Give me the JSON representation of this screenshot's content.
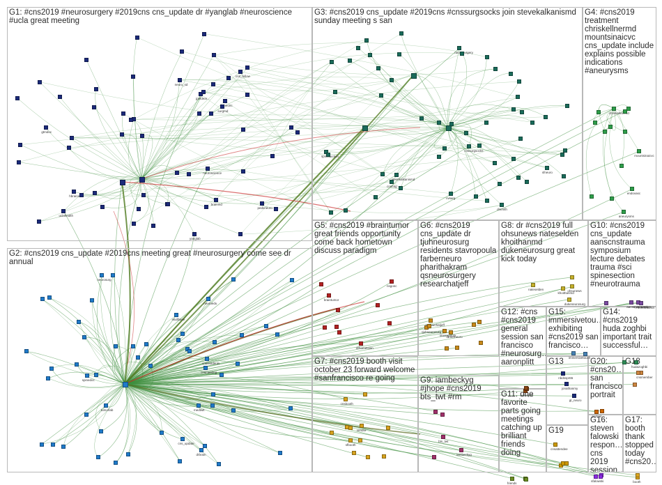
{
  "graph": {
    "groups": [
      {
        "id": "G1",
        "title": "G1: #cns2019 #neurosurgery #2019cns cns_update dr #yanglab #neuroscience\n#ucla great meeting",
        "color": "#1b2a7a"
      },
      {
        "id": "G2",
        "title": "G2: #cns2019 cns_update #2019cns meeting great #neurosurgery come see dr\nannual",
        "color": "#1f7ac9"
      },
      {
        "id": "G3",
        "title": "G3: #cns2019 cns_update #2019cns #cnssurgsocks join stevekalkanismd\nsunday meeting s san",
        "color": "#1a6b5a"
      },
      {
        "id": "G4",
        "title": "G4: #cns2019\ntreatment\nchriskellnermd\nmountsinaicvc\ncns_update include\nexplains possible\nindications\n#aneurysms",
        "color": "#2e9e4a"
      },
      {
        "id": "G5",
        "title": "G5: #cns2019 #braintumor\ngreat friends opportunity\ncome back hometown\ndiscuss paradigm",
        "color": "#b22222"
      },
      {
        "id": "G6",
        "title": "G6: #cns2019\ncns_update dr\ntjuhneurosurg\nresidents stavropoula\nfarberneuro\npharithakram\nqsneurosurgery\nresearchatjeff",
        "color": "#c88a1a"
      },
      {
        "id": "G7",
        "title": "G7: #cns2019 booth visit\noctober 23 forward welcome\n#sanfrancisco re going",
        "color": "#d6a21e"
      },
      {
        "id": "G8",
        "title": "G8: dr #cns2019 full\nohsunews nateselden\nkhoithanmd\ndukeneurosurg great\nkick today",
        "color": "#c4b02a"
      },
      {
        "id": "G9",
        "title": "G9: iambeckyg\n#jhope #cns2019\nbts_twt #rm",
        "color": "#a0306a"
      },
      {
        "id": "G10",
        "title": "G10: #cns2019\ncns_update\naanscnstrauma\nsymposium\nlecture debates\ntrauma #sci\nspinesection\n#neurotrauma",
        "color": "#7a4aa0"
      },
      {
        "id": "G11",
        "title": "G11: one\nfavorite\nparts going\nmeetings\ncatching up\nbrilliant\nfriends\ndoing",
        "color": "#6b8e23"
      },
      {
        "id": "G12",
        "title": "G12: #cns\n#cns2019\ngeneral\nsession san\nfrancisco\n#neurosurg…\naaronplitt",
        "color": "#8b4513"
      },
      {
        "id": "G13",
        "title": "G13",
        "color": "#1b2a7a"
      },
      {
        "id": "G14",
        "title": "G14:\n#cns2019\nhuda zoghbi\nimportant trait\nsuccessful…",
        "color": "#2e8b57"
      },
      {
        "id": "G15",
        "title": "G15:\nimmersivetou…\nexhibiting\n#cns2019 san\nfrancisco…",
        "color": "#4682b4"
      },
      {
        "id": "G16",
        "title": "G16:\nsteven\nfalowski\nrespon…\ncns 2019\nsession…",
        "color": "#8a2be2"
      },
      {
        "id": "G17",
        "title": "G17:\nbooth\nthank\nstopped\ntoday\n#cns20…",
        "color": "#daa520"
      },
      {
        "id": "G18",
        "title": "G18",
        "color": "#cd853f"
      },
      {
        "id": "G19",
        "title": "G19",
        "color": "#cc9900"
      },
      {
        "id": "G20",
        "title": "G20:\n#cns20…\nsan\nfrancisco\nportrait",
        "color": "#cc6600"
      }
    ],
    "edge_color": "#3f8f3f",
    "highlight_edge_color": "#cc3333",
    "node_labels": {
      "G1": [
        "jpeldear…",
        "yanglab",
        "neuroscience",
        "uclahealth",
        "brainmd",
        "spineonc",
        "cns_fellow",
        "neuro_sd",
        "hbrainsci",
        "pedsneuro",
        "gtmdoc",
        "surgmd"
      ],
      "G2": [
        "cns_update",
        "neurosurg",
        "spinedoc",
        "medtwit",
        "cnsmeeting",
        "drbrain",
        "neuroedu",
        "skullbase",
        "cnsresidents",
        "tumorlab"
      ],
      "G3": [
        "stevekalkanismd",
        "cnssurgsocks",
        "neurosurgery",
        "sfneuro",
        "spinesection",
        "cnsmtg",
        "drsmith",
        "cvsurg"
      ],
      "G4": [
        "chriskellnermd",
        "mountsinaicvc",
        "aneurysms",
        "endovasc"
      ],
      "G5": [
        "braintumor",
        "nsgonc",
        "drhometown"
      ],
      "G6": [
        "tjuhneurosurg",
        "stavropoula",
        "farberneuro",
        "researchatjeff"
      ],
      "G7": [
        "cnsbooth",
        "sfbooth",
        "vendor"
      ],
      "G8": [
        "ohsunews",
        "nateselden",
        "khoithanmd",
        "dukeneurosurg"
      ],
      "G9": [
        "iambeckyg",
        "bts_twt"
      ],
      "G10": [
        "aanscnstrauma",
        "spinesection",
        "neurotrauma"
      ],
      "G11": [
        "friends"
      ],
      "G12": [
        "aaronplitt"
      ],
      "G13": [
        "jonathanmy",
        "nbdsspr65",
        "gt_neuro"
      ],
      "G14": [
        "hudazoghbi"
      ],
      "G15": [
        "immersivetouch"
      ],
      "G16": [
        "sfalowski"
      ],
      "G17": [
        "booth"
      ],
      "G18": [
        "cnsmember"
      ],
      "G19": [
        "cnsattendee"
      ],
      "G20": [
        "portrait"
      ]
    }
  }
}
